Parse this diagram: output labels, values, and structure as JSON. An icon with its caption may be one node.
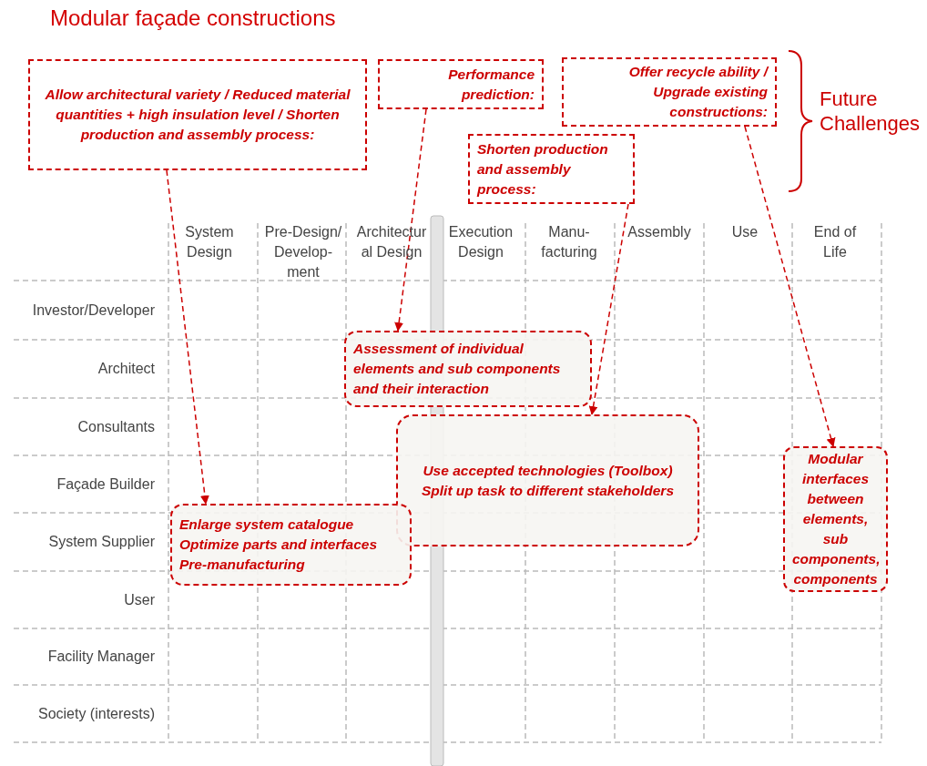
{
  "diagram": {
    "title": "Modular façade constructions",
    "nodes": [
      {
        "text": [
          "Allow architectural variety / Reduced material quantities + high insulation level / Shorten production and assembly process:"
        ]
      },
      {
        "text": [
          "Performance prediction:"
        ]
      },
      {
        "text": [
          "Offer recycle ability / Upgrade existing constructions:"
        ]
      },
      {
        "text": [
          "Shorten production and assembly process:"
        ]
      },
      {
        "text": [
          "Assessment of individual elements and sub components and their interaction"
        ]
      },
      {
        "text": [
          "Use accepted technologies (Toolbox)",
          "Split up task to different stakeholders"
        ]
      },
      {
        "text": [
          "Modular interfaces between elements, sub components, components"
        ]
      },
      {
        "text": [
          "Enlarge system catalogue",
          "Optimize parts and interfaces",
          "Pre-manufacturing"
        ]
      }
    ],
    "edges": [
      {
        "from": 0,
        "to": 7,
        "arrow": "to",
        "style": "dashed"
      },
      {
        "from": 1,
        "to": 4,
        "arrow": "to",
        "style": "dashed"
      },
      {
        "from": 3,
        "to": 5,
        "arrow": "to",
        "style": "dashed"
      },
      {
        "from": 2,
        "to": 6,
        "arrow": "to",
        "style": "dashed"
      }
    ],
    "labels": [
      "Future Challenges",
      "System Design",
      "Pre-Design/ Develop- ment",
      "Architectur al Design",
      "Execution Design",
      "Manu- facturing",
      "Assembly",
      "Use",
      "End of Life",
      "Investor/Developer",
      "Architect",
      "Consultants",
      "Façade Builder",
      "System Supplier",
      "User",
      "Facility Manager",
      "Society (interests)"
    ]
  }
}
